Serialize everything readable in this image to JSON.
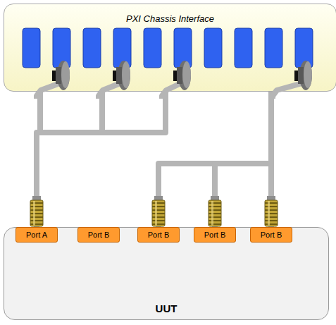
{
  "diagram": {
    "nodes": [
      {
        "text": [
          "PXI Chassis Interface"
        ]
      },
      {
        "text": [
          "UUT"
        ]
      },
      {
        "text": [
          "Port A"
        ],
        "in": 1
      },
      {
        "text": [
          "Port B"
        ],
        "in": 1
      },
      {
        "text": [
          "Port B"
        ],
        "in": 1
      },
      {
        "text": [
          "Port B"
        ],
        "in": 1
      },
      {
        "text": [
          "Port B"
        ],
        "in": 1
      }
    ],
    "edges": [
      {
        "from": 0,
        "to": 2,
        "arrow": "none"
      },
      {
        "from": 0,
        "to": 4,
        "arrow": "none"
      },
      {
        "from": 0,
        "to": 5,
        "arrow": "none"
      },
      {
        "from": 0,
        "to": 6,
        "arrow": "none"
      }
    ]
  }
}
